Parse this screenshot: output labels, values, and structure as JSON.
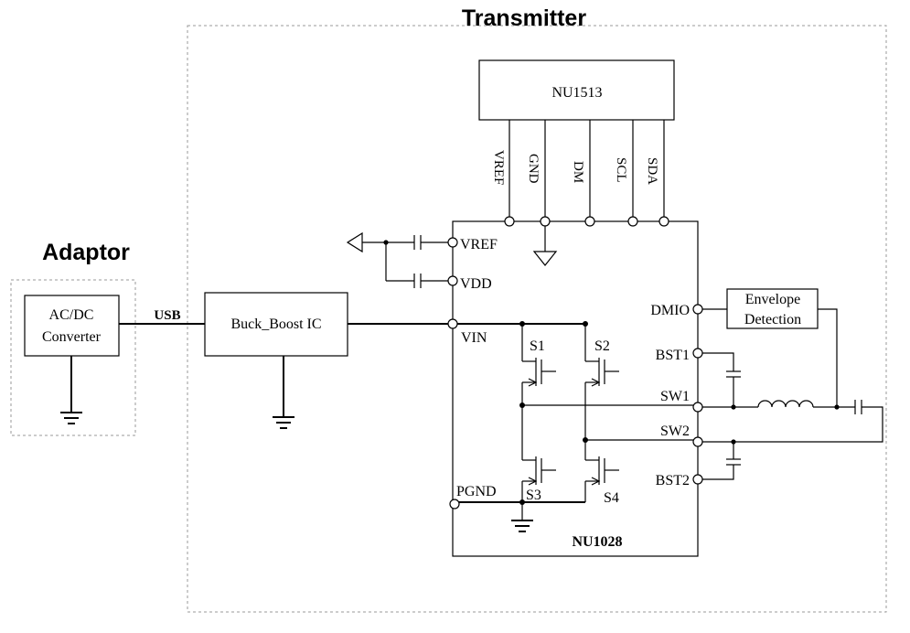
{
  "title_transmitter": "Transmitter",
  "title_adaptor": "Adaptor",
  "adaptor": {
    "converter_line1": "AC/DC",
    "converter_line2": "Converter"
  },
  "usb_label": "USB",
  "buck_boost_label": "Buck_Boost IC",
  "nu1513": {
    "label": "NU1513",
    "pins": [
      "VREF",
      "GND",
      "DM",
      "SCL",
      "SDA"
    ]
  },
  "nu1028": {
    "label": "NU1028",
    "left_pins": {
      "vref": "VREF",
      "vdd": "VDD",
      "vin": "VIN",
      "pgnd": "PGND"
    },
    "right_pins": {
      "dmio": "DMIO",
      "bst1": "BST1",
      "sw1": "SW1",
      "sw2": "SW2",
      "bst2": "BST2"
    }
  },
  "switches": {
    "s1": "S1",
    "s2": "S2",
    "s3": "S3",
    "s4": "S4"
  },
  "envelope": {
    "line1": "Envelope",
    "line2": "Detection"
  }
}
